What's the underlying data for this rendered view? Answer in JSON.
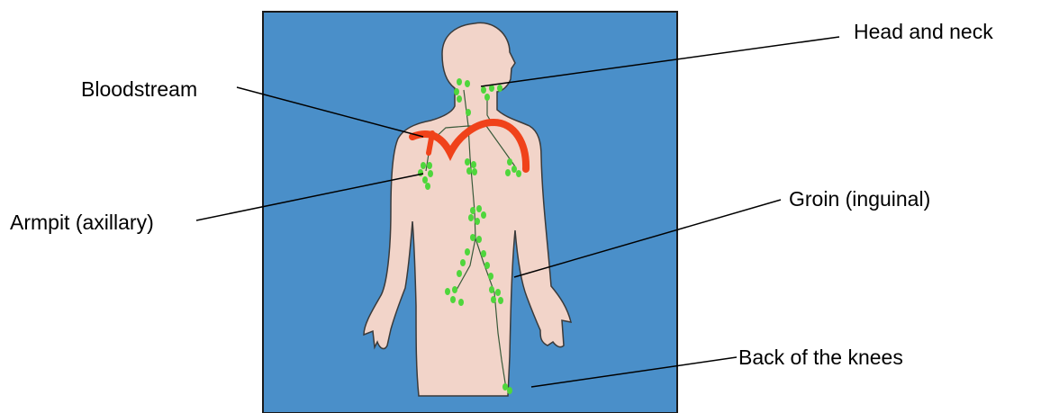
{
  "labels": {
    "head_and_neck": "Head and neck",
    "bloodstream": "Bloodstream",
    "armpit": "Armpit (axillary)",
    "groin": "Groin (inguinal)",
    "back_of_knees": "Back of the knees"
  },
  "colors": {
    "background_panel": "#4a8fc9",
    "panel_border": "#1a1a1a",
    "skin": "#f2d4c9",
    "skin_outline": "#3a3a3a",
    "bloodstream_vessel": "#f0421a",
    "lymph_node": "#4fd63c",
    "lymph_vessel": "#3a5a3a",
    "leader_line": "#000000"
  }
}
